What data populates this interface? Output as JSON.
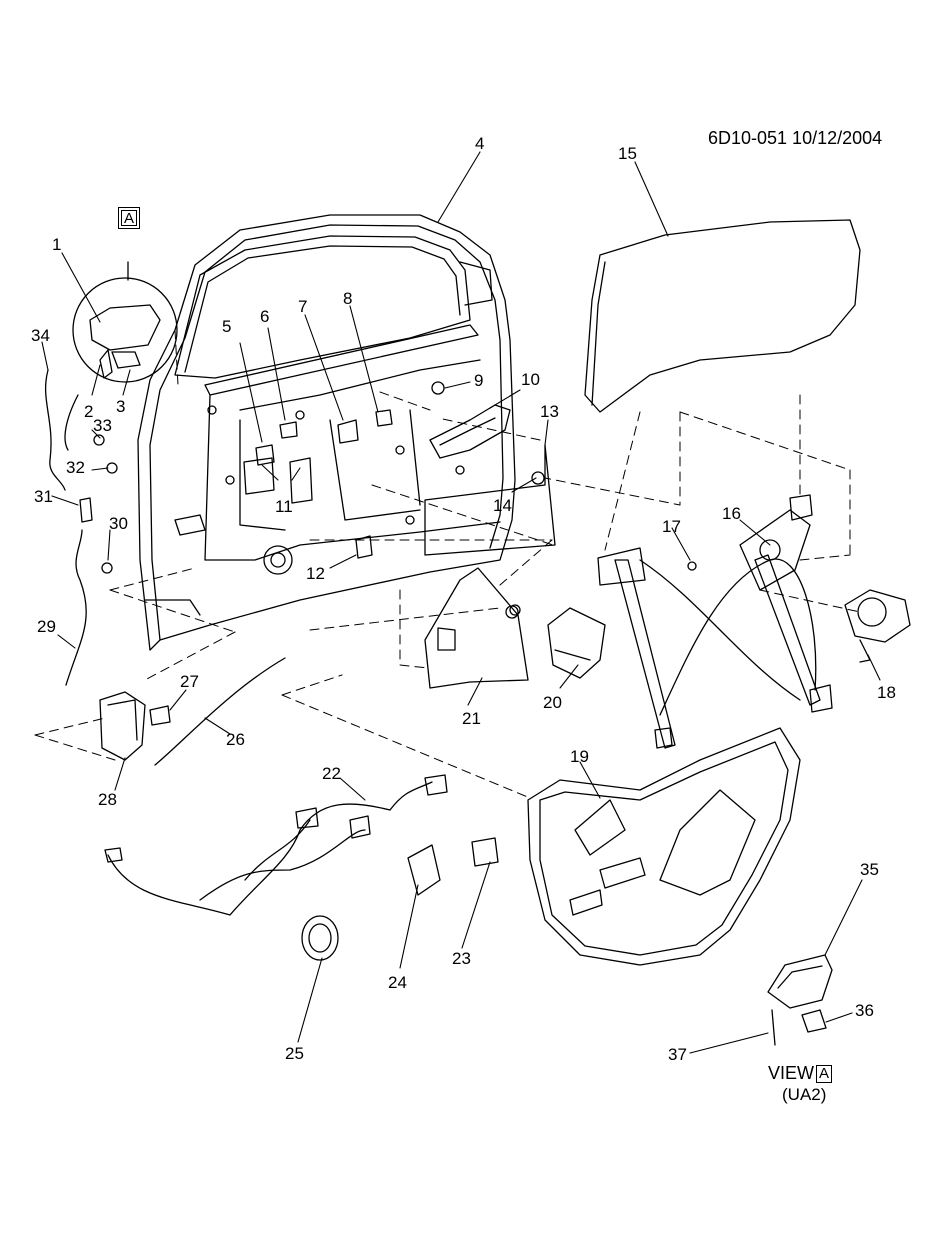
{
  "header": {
    "drawing_id": "6D10-051  10/12/2004"
  },
  "view_marker": {
    "letter": "A"
  },
  "view_caption": {
    "label": "VIEW",
    "letter": "A",
    "sub": "(UA2)"
  },
  "callouts": [
    "1",
    "2",
    "3",
    "4",
    "5",
    "6",
    "7",
    "8",
    "9",
    "10",
    "11",
    "12",
    "13",
    "14",
    "15",
    "16",
    "17",
    "18",
    "19",
    "20",
    "21",
    "22",
    "23",
    "24",
    "25",
    "26",
    "27",
    "28",
    "29",
    "30",
    "31",
    "32",
    "33",
    "34",
    "35",
    "36",
    "37"
  ]
}
